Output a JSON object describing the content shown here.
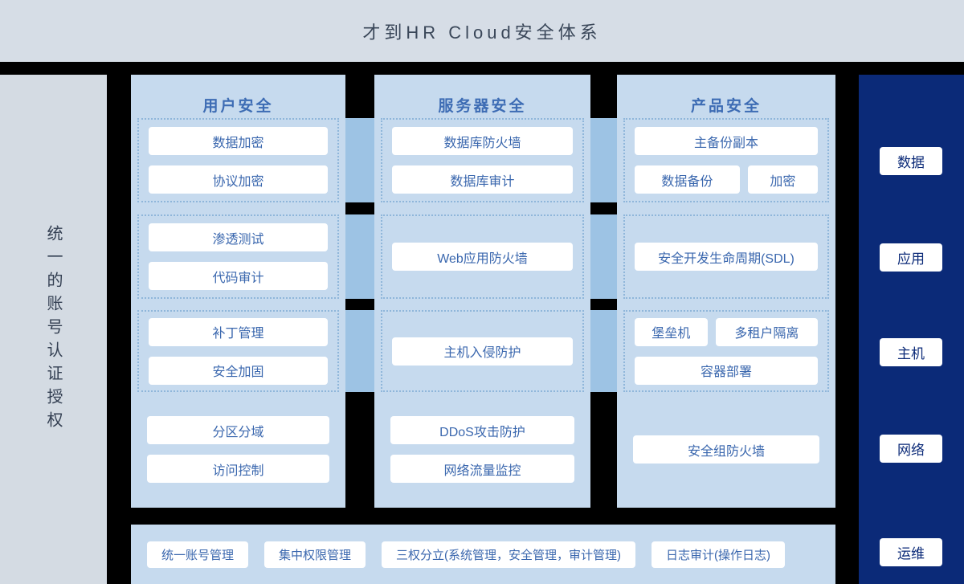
{
  "title": "才到HR Cloud安全体系",
  "left_rail": {
    "label": "统一的账号认证授权"
  },
  "columns": [
    {
      "header": "用户安全",
      "groups": [
        {
          "dashed": true,
          "rows": [
            [
              "数据加密"
            ],
            [
              "协议加密"
            ]
          ]
        },
        {
          "dashed": true,
          "rows": [
            [
              "渗透测试"
            ],
            [
              "代码审计"
            ]
          ]
        },
        {
          "dashed": true,
          "rows": [
            [
              "补丁管理"
            ],
            [
              "安全加固"
            ]
          ]
        },
        {
          "dashed": false,
          "rows": [
            [
              "分区分域"
            ],
            [
              "访问控制"
            ]
          ]
        }
      ]
    },
    {
      "header": "服务器安全",
      "groups": [
        {
          "dashed": true,
          "rows": [
            [
              "数据库防火墙"
            ],
            [
              "数据库审计"
            ]
          ]
        },
        {
          "dashed": true,
          "rows": [
            [
              "Web应用防火墙"
            ]
          ]
        },
        {
          "dashed": true,
          "rows": [
            [
              "主机入侵防护"
            ]
          ]
        },
        {
          "dashed": false,
          "rows": [
            [
              "DDoS攻击防护"
            ],
            [
              "网络流量监控"
            ]
          ]
        }
      ]
    },
    {
      "header": "产品安全",
      "groups": [
        {
          "dashed": true,
          "rows": [
            [
              "主备份副本"
            ],
            [
              "数据备份",
              "加密"
            ]
          ]
        },
        {
          "dashed": true,
          "rows": [
            [
              "安全开发生命周期(SDL)"
            ]
          ]
        },
        {
          "dashed": true,
          "rows": [
            [
              "堡垒机",
              "多租户隔离"
            ],
            [
              "容器部署"
            ]
          ]
        },
        {
          "dashed": false,
          "rows": [
            [
              "安全组防火墙"
            ]
          ]
        }
      ]
    }
  ],
  "right_rail": {
    "items": [
      "数据",
      "应用",
      "主机",
      "网络",
      "运维"
    ]
  },
  "bottom_bar": {
    "items": [
      "统一账号管理",
      "集中权限管理",
      "三权分立(系统管理，安全管理，审计管理)",
      "日志审计(操作日志)"
    ]
  },
  "colors": {
    "background": "#000000",
    "header_bg": "#d6dde6",
    "rail_bg": "#d4dbe3",
    "panel_bg": "#c6daee",
    "connector": "#9dc3e4",
    "dashed_border": "#8fb6da",
    "chip_text": "#3a67ae",
    "column_header_text": "#3d6cb4",
    "navy": "#0b2a78",
    "title_text": "#3a4759"
  }
}
